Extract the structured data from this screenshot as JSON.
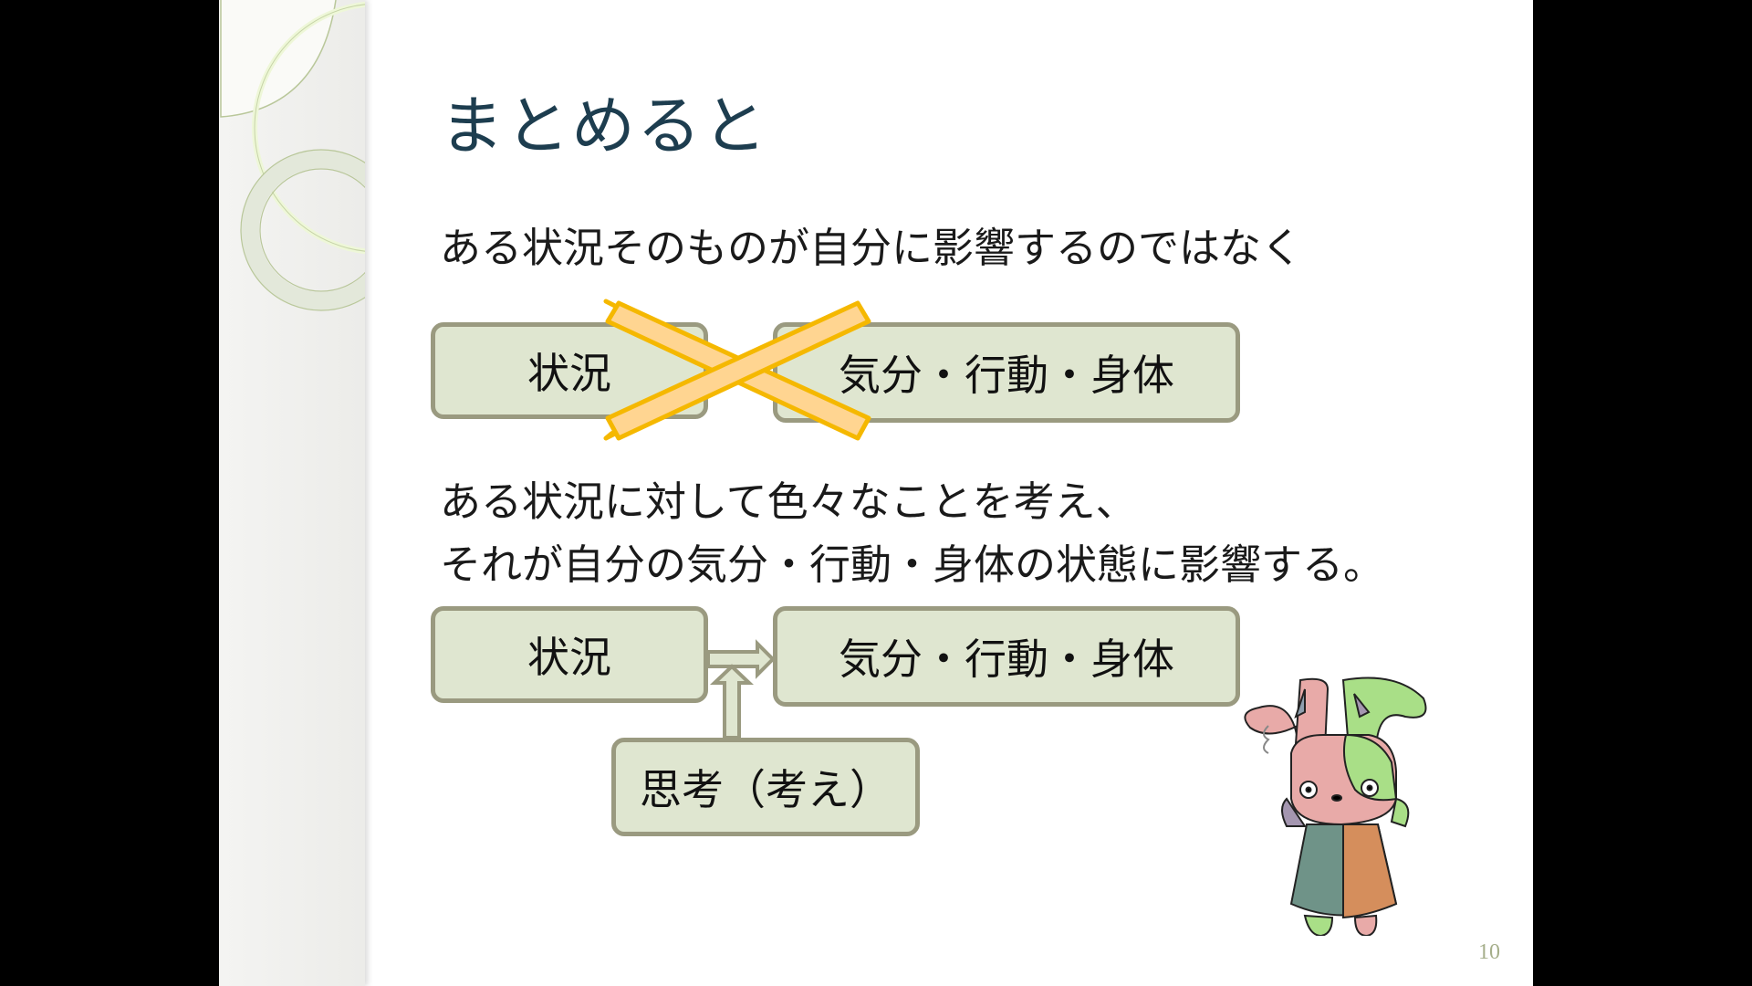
{
  "slide": {
    "title": "まとめると",
    "line1": "ある状況そのものが自分に影響するのではなく",
    "diagram1": {
      "left": "状況",
      "right": "気分・行動・身体",
      "crossed_out": true
    },
    "line2": "ある状況に対して色々なことを考え、",
    "line3": "それが自分の気分・行動・身体の状態に影響する。",
    "diagram2": {
      "left": "状況",
      "right": "気分・行動・身体",
      "bottom": "思考（考え）"
    },
    "page_number": "10"
  },
  "colors": {
    "title": "#1d3d4f",
    "box_fill": "#dfe6d0",
    "box_border": "#9a9a80",
    "cross": "#ffd591",
    "cross_border": "#f5b800"
  }
}
